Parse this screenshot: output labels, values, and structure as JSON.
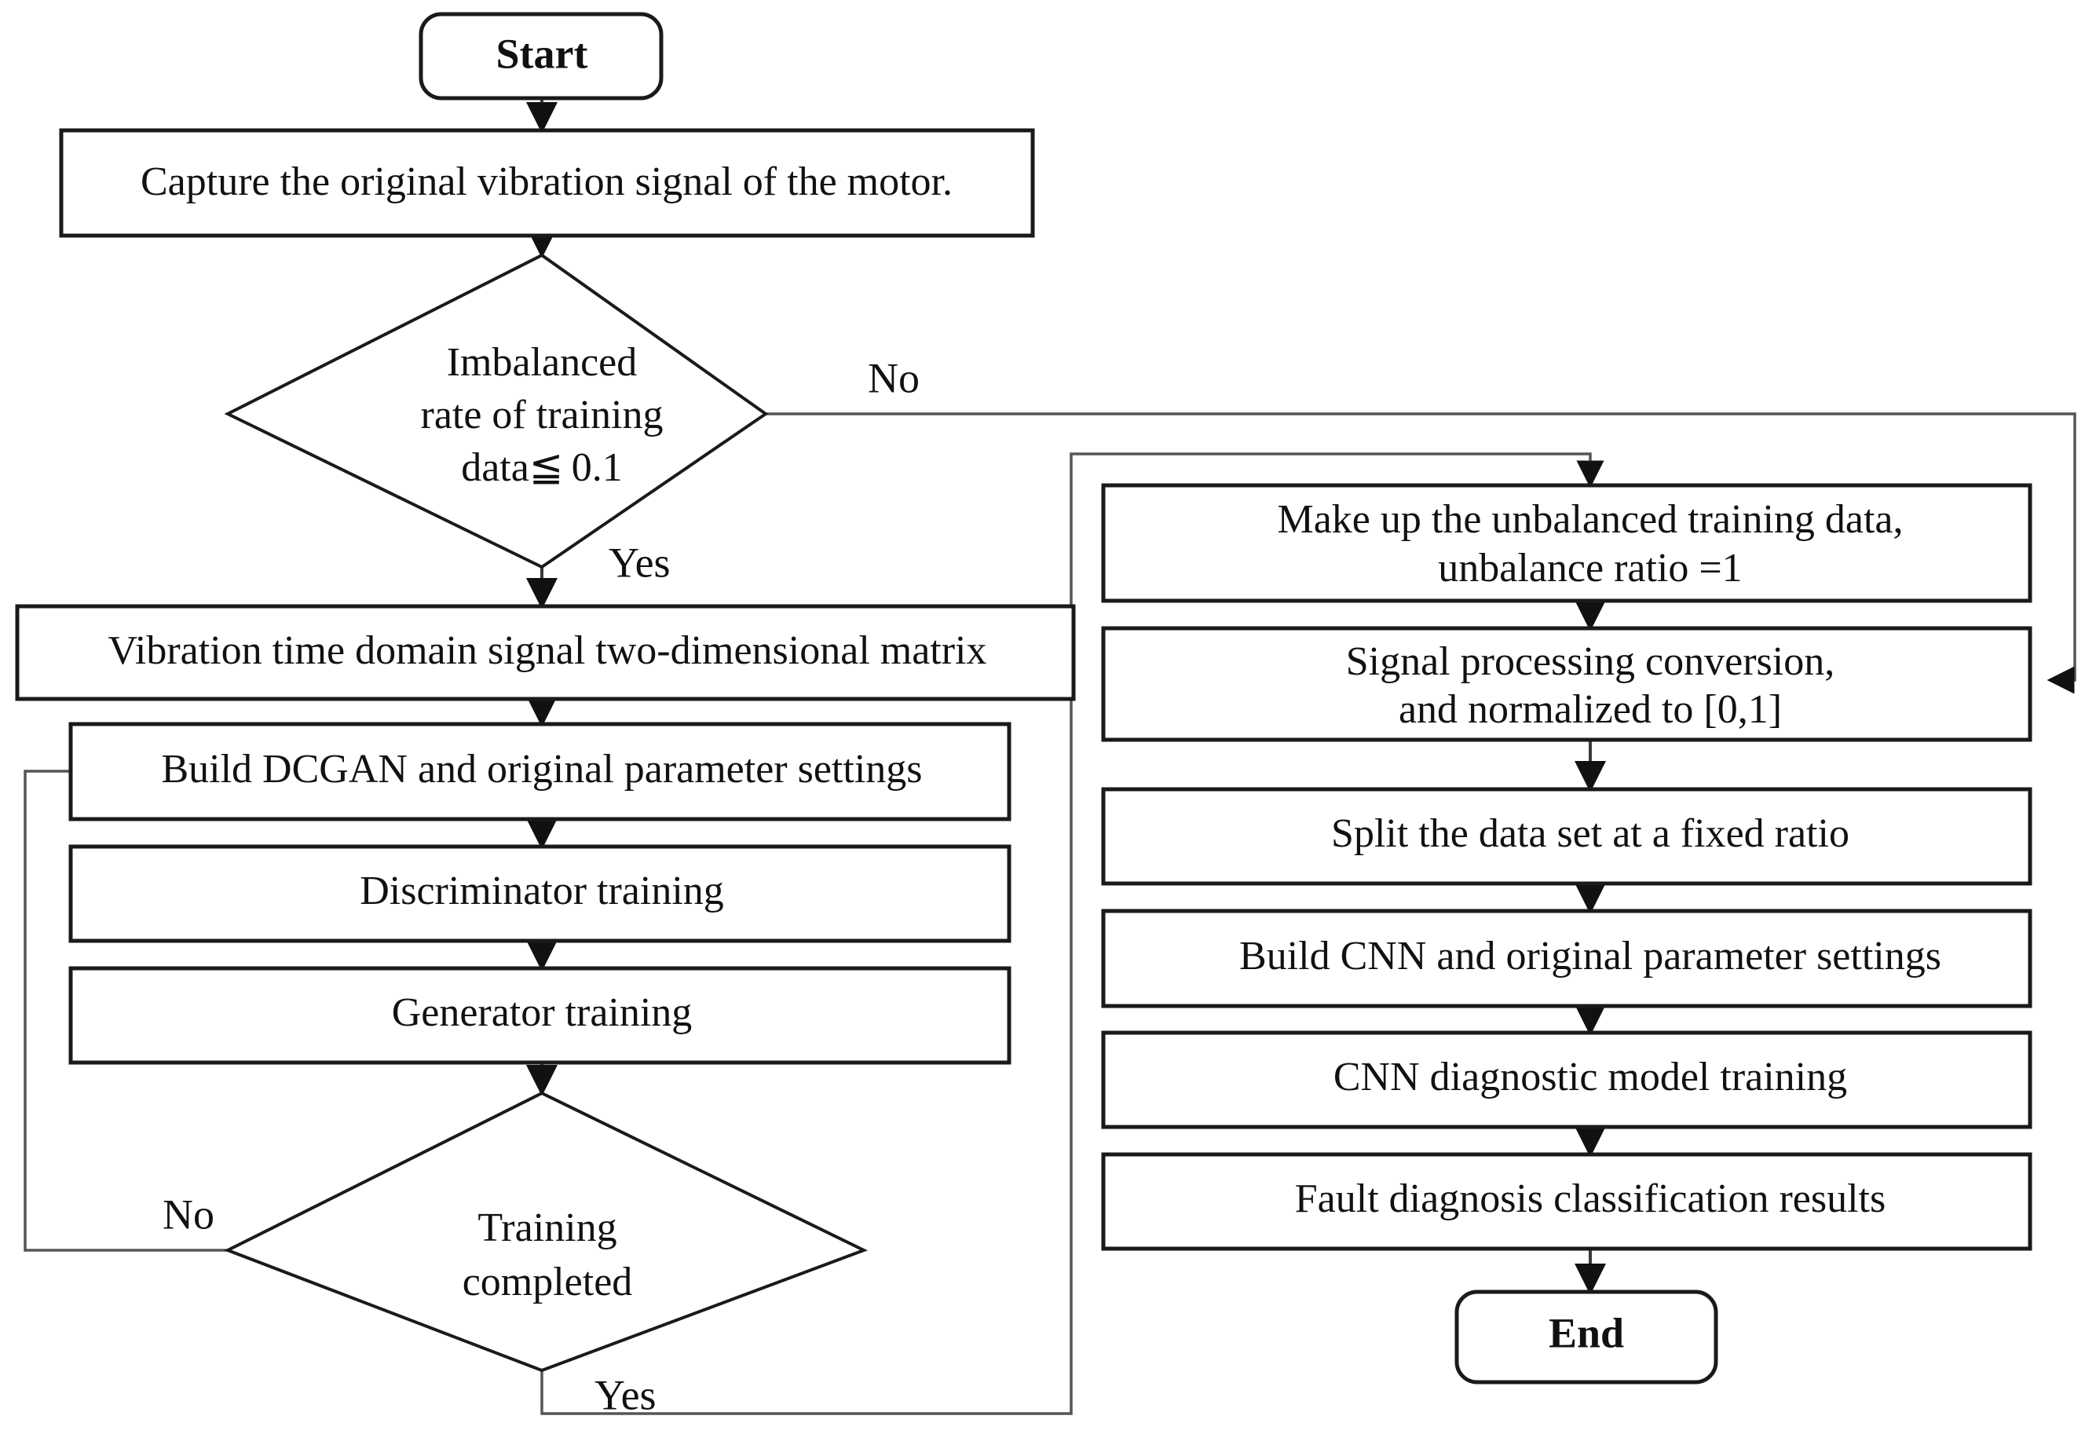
{
  "diagram": {
    "title": "Fault diagnosis flowchart (DCGAN + CNN)",
    "type": "flowchart",
    "nodes": {
      "start": {
        "label": "Start",
        "shape": "terminator"
      },
      "capture": {
        "label": "Capture the original vibration signal of the motor.",
        "shape": "process"
      },
      "imbalance_check": {
        "line1": "Imbalanced",
        "line2": "rate of training",
        "line3": "data≦ 0.1",
        "shape": "decision"
      },
      "vibration_matrix": {
        "label": "Vibration time domain signal two-dimensional matrix",
        "shape": "process"
      },
      "build_dcgan": {
        "label": "Build DCGAN and original parameter settings",
        "shape": "process"
      },
      "discriminator": {
        "label": "Discriminator training",
        "shape": "process"
      },
      "generator": {
        "label": "Generator training",
        "shape": "process"
      },
      "training_done": {
        "line1": "Training",
        "line2": "completed",
        "shape": "decision"
      },
      "make_up": {
        "line1": "Make up the unbalanced training data,",
        "line2": "unbalance ratio =1",
        "shape": "process"
      },
      "signal_processing": {
        "line1": "Signal processing conversion,",
        "line2": "and normalized to [0,1]",
        "shape": "process"
      },
      "split_data": {
        "label": "Split the data set at a fixed ratio",
        "shape": "process"
      },
      "build_cnn": {
        "label": "Build CNN and original parameter settings",
        "shape": "process"
      },
      "cnn_training": {
        "label": "CNN diagnostic model training",
        "shape": "process"
      },
      "fault_results": {
        "label": "Fault diagnosis classification results",
        "shape": "process"
      },
      "end": {
        "label": "End",
        "shape": "terminator"
      }
    },
    "edge_labels": {
      "imbalance_no": "No",
      "imbalance_yes": "Yes",
      "training_no": "No",
      "training_yes": "Yes"
    },
    "colors": {
      "background": "#ffffff",
      "node_stroke": "#1a1a1a",
      "connector": "#3b3b3b",
      "text": "#111111"
    }
  }
}
